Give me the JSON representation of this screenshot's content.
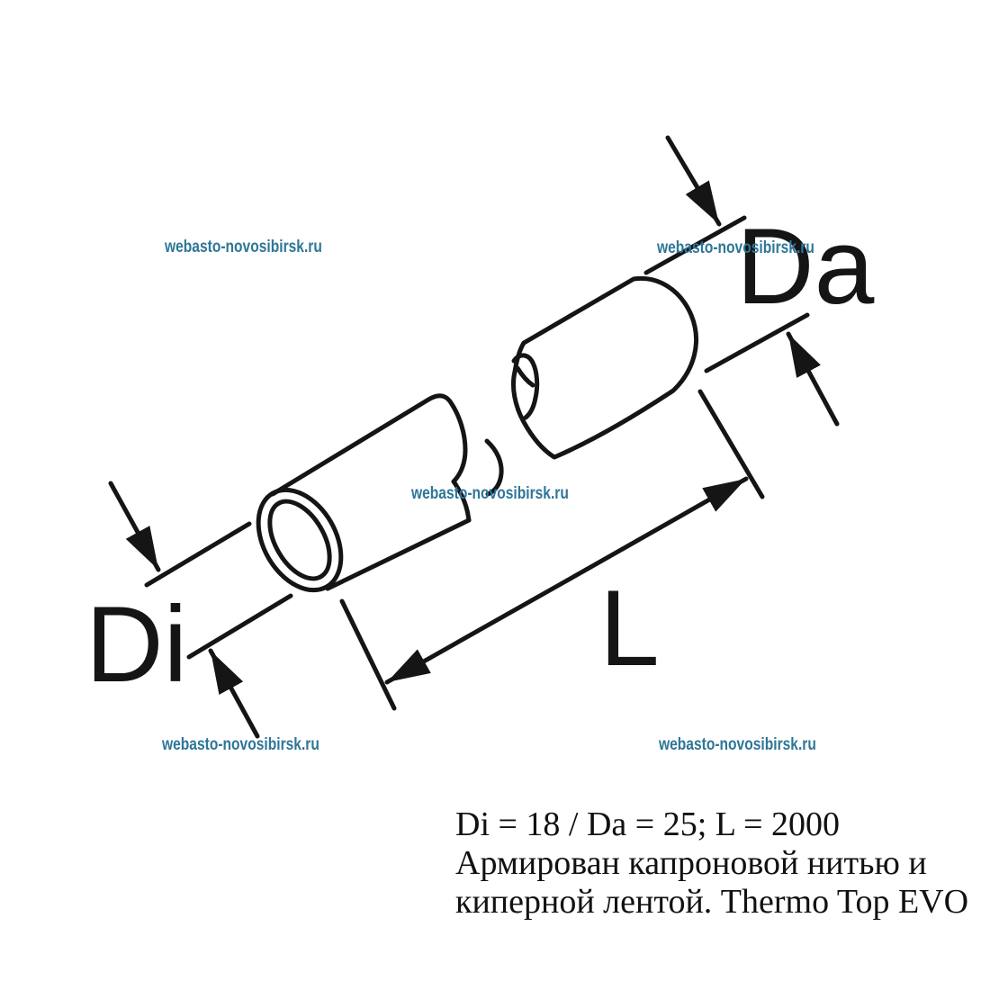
{
  "diagram": {
    "title": "hose-dimension-drawing",
    "line_color": "#151515",
    "labels": {
      "inner_diameter": "Di",
      "outer_diameter": "Da",
      "length": "L"
    }
  },
  "watermark": {
    "text": "webasto-novosibirsk.ru",
    "color": "#2e7697"
  },
  "specs": {
    "line1": "Di = 18 / Da = 25; L = 2000",
    "line2": "Армирован капроновой нитью и",
    "line3": "киперной лентой. Thermo Top EVO"
  }
}
